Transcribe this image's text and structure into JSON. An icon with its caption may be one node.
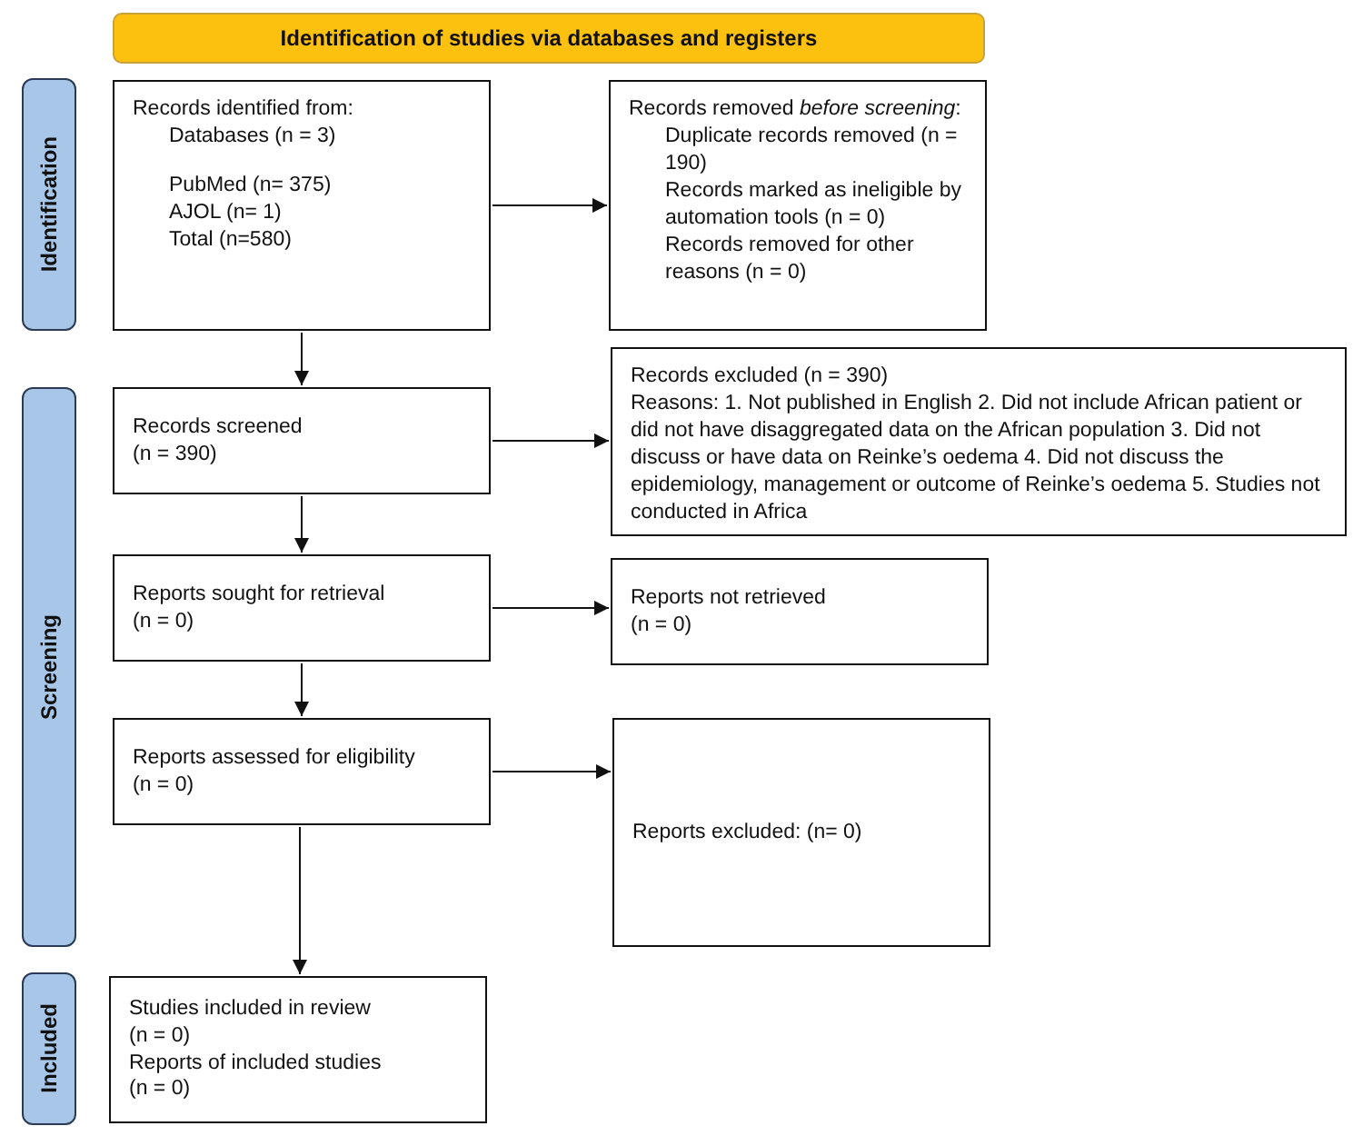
{
  "diagram": {
    "nodes": [
      {
        "text": [
          "Identification of studies via databases and registers"
        ]
      },
      {
        "text": [
          "Identification"
        ]
      },
      {
        "text": [
          "Screening"
        ]
      },
      {
        "text": [
          "Included"
        ]
      },
      {
        "text": [
          "Records identified from:",
          "Databases (n = 3)",
          "PubMed (n= 375)",
          "AJOL (n= 1)",
          "Total (n=580)"
        ]
      },
      {
        "text": [
          "Records removed *before screening*:",
          "Duplicate records removed (n = 190)",
          "Records marked as ineligible by automation tools (n = 0)",
          "Records removed for other reasons (n = 0)"
        ]
      },
      {
        "text": [
          "Records screened",
          "(n = 390)"
        ]
      },
      {
        "text": [
          "Records excluded (n = 390)",
          "Reasons: 1. Not published in English 2. Did not include African patient or did not have disaggregated data on the African population 3. Did not discuss or have data on Reinke’s oedema 4. Did not discuss the epidemiology, management or outcome of Reinke’s oedema 5. Studies not conducted in Africa"
        ]
      },
      {
        "text": [
          "Reports sought for retrieval",
          "(n = 0)"
        ]
      },
      {
        "text": [
          "Reports not retrieved",
          "(n = 0)"
        ]
      },
      {
        "text": [
          "Reports assessed for eligibility",
          "(n = 0)"
        ]
      },
      {
        "text": [
          "Reports excluded: (n= 0)"
        ]
      },
      {
        "text": [
          "Studies included in review",
          "(n = 0)",
          "Reports of included studies",
          "(n = 0)"
        ]
      }
    ],
    "edges": [
      {
        "from": 4,
        "to": 5,
        "arrow": "to"
      },
      {
        "from": 4,
        "to": 6,
        "arrow": "to"
      },
      {
        "from": 6,
        "to": 7,
        "arrow": "to"
      },
      {
        "from": 6,
        "to": 8,
        "arrow": "to"
      },
      {
        "from": 8,
        "to": 9,
        "arrow": "to"
      },
      {
        "from": 8,
        "to": 10,
        "arrow": "to"
      },
      {
        "from": 10,
        "to": 11,
        "arrow": "to"
      },
      {
        "from": 10,
        "to": 12,
        "arrow": "to"
      }
    ]
  }
}
